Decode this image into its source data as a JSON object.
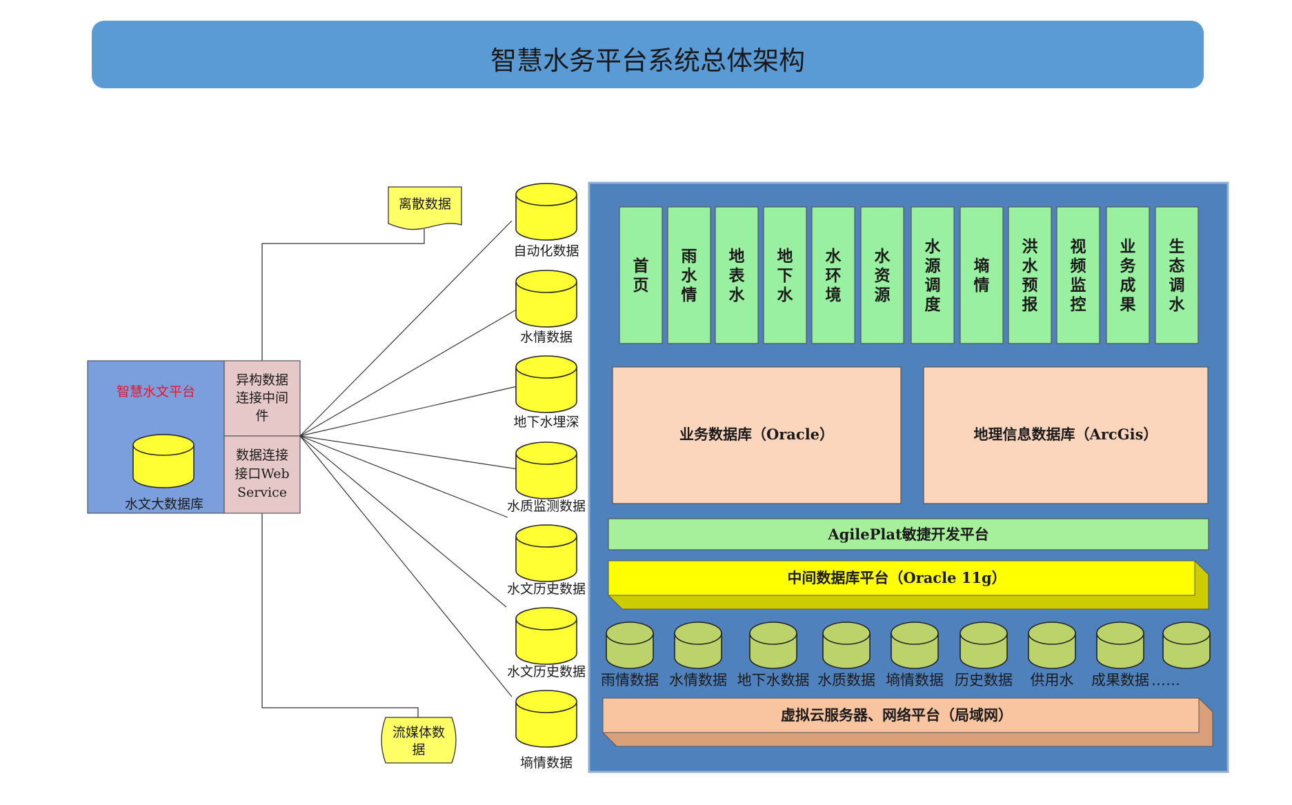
{
  "title": "智慧水务平台系统总体架构",
  "left_panel": {
    "platform": "智慧水文平台",
    "db": "水文大数据库",
    "middleware": [
      "异构数据",
      "连接中间",
      "件"
    ],
    "webservice": [
      "数据连接",
      "接口Web",
      "Service"
    ]
  },
  "doc_top": "离散数据",
  "doc_bottom": [
    "流媒体数",
    "据"
  ],
  "sources": [
    "自动化数据",
    "水情数据",
    "地下水埋深",
    "水质监测数据",
    "水文历史数据",
    "水文历史数据",
    "墒情数据"
  ],
  "modules": [
    "首页",
    "雨水情",
    "地表水",
    "地下水",
    "水环境",
    "水资源",
    "水源调度",
    "墒情",
    "洪水预报",
    "视频监控",
    "业务成果",
    "生态调水"
  ],
  "biz_db": "业务数据库（Oracle）",
  "geo_db": "地理信息数据库（ArcGis）",
  "agile": "AgilePlat敏捷开发平台",
  "middle_db": "中间数据库平台（Oracle 11g）",
  "bottom_dbs": [
    "雨情数据",
    "水情数据",
    "地下水数据",
    "水质数据",
    "墒情数据",
    "历史数据",
    "供用水",
    "成果数据",
    "……"
  ],
  "cloud": "虚拟云服务器、网络平台（局域网）",
  "colors": {
    "title_bg": "#5b9bd5",
    "outer_bg": "#4f81bd",
    "module": "#99f0a0",
    "db_box": "#fbd5bc",
    "agile": "#a6f09c",
    "middle": "#ffff00",
    "cloud": "#f9c4a0",
    "cyl_yellow": "#ffff33",
    "cyl_green": "#bcd36b",
    "left_panel": "#7b9fdd",
    "pink": "#e6c8c8",
    "red_text": "#e8142c"
  }
}
